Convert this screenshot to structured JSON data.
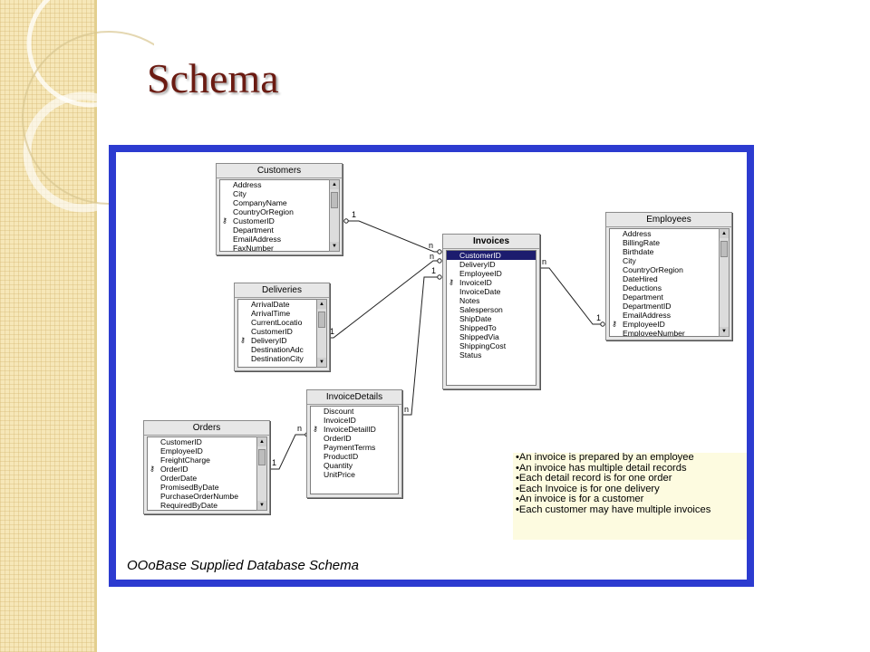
{
  "slide": {
    "title": "Schema",
    "accent": "#6b1b12",
    "frame_color": "#2c3bd0"
  },
  "tables": {
    "customers": {
      "title": "Customers",
      "fields": [
        "Address",
        "City",
        "CompanyName",
        "CountryOrRegion",
        "CustomerID",
        "Department",
        "EmailAddress",
        "FaxNumber"
      ]
    },
    "deliveries": {
      "title": "Deliveries",
      "fields": [
        "ArrivalDate",
        "ArrivalTime",
        "CurrentLocatio",
        "CustomerID",
        "DeliveryID",
        "DestinationAdc",
        "DestinationCity"
      ]
    },
    "invoices": {
      "title": "Invoices",
      "fields": [
        "CustomerID",
        "DeliveryID",
        "EmployeeID",
        "InvoiceID",
        "InvoiceDate",
        "Notes",
        "Salesperson",
        "ShipDate",
        "ShippedTo",
        "ShippedVia",
        "ShippingCost",
        "Status"
      ]
    },
    "employees": {
      "title": "Employees",
      "fields": [
        "Address",
        "BillingRate",
        "Birthdate",
        "City",
        "CountryOrRegion",
        "DateHired",
        "Deductions",
        "Department",
        "DepartmentID",
        "EmailAddress",
        "EmployeeID",
        "EmployeeNumber"
      ]
    },
    "invoicedetails": {
      "title": "InvoiceDetails",
      "fields": [
        "Discount",
        "InvoiceID",
        "InvoiceDetailID",
        "OrderID",
        "PaymentTerms",
        "ProductID",
        "Quantity",
        "UnitPrice"
      ]
    },
    "orders": {
      "title": "Orders",
      "fields": [
        "CustomerID",
        "EmployeeID",
        "FreightCharge",
        "OrderID",
        "OrderDate",
        "PromisedByDate",
        "PurchaseOrderNumbe",
        "RequiredByDate"
      ]
    }
  },
  "cardinality": {
    "one": "1",
    "many": "n"
  },
  "notes": [
    "•An invoice is prepared by an employee",
    "•An invoice has multiple detail records",
    "•Each detail record is for one order",
    "•Each Invoice is for one delivery",
    "•An invoice is for a customer",
    "•Each customer may have multiple invoices"
  ],
  "caption": "OOoBase Supplied Database Schema",
  "icons": {
    "key": "key-icon",
    "scroll_up": "scroll-up-icon",
    "scroll_down": "scroll-down-icon"
  }
}
